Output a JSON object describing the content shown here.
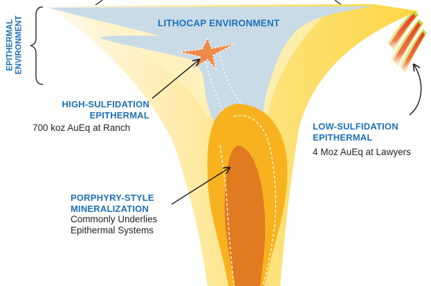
{
  "labels": {
    "epithermal_environment": [
      "EPITHERMAL",
      "ENVIRONMENT"
    ],
    "lithocap_environment": "LITHOCAP ENVIRONMENT",
    "high_sulfidation": {
      "title_line1": "HIGH-SULFIDATION",
      "title_line2": "EPITHERMAL",
      "note": "700 koz AuEq at Ranch"
    },
    "low_sulfidation": {
      "title_line1": "LOW-SULFIDATION",
      "title_line2": "EPITHERMAL",
      "note": "4 Moz AuEq at Lawyers"
    },
    "porphyry": {
      "title_line1": "PORPHYRY-STYLE",
      "title_line2": "MINERALIZATION",
      "note_line1": "Commonly Underlies",
      "note_line2": "Epithermal Systems"
    }
  },
  "colors": {
    "label_blue": "#1d6fb8",
    "text_dark": "#222222",
    "lithocap_blue": "#c9dbe7",
    "outer_yellow": "#fde17a",
    "pale_yellow": "#fef3c4",
    "mid_orange": "#f9b21f",
    "deep_orange": "#e07b22",
    "vein_red": "#e03a26",
    "vein_green": "#c7cf3a",
    "starburst_orange": "#f08a4b"
  }
}
